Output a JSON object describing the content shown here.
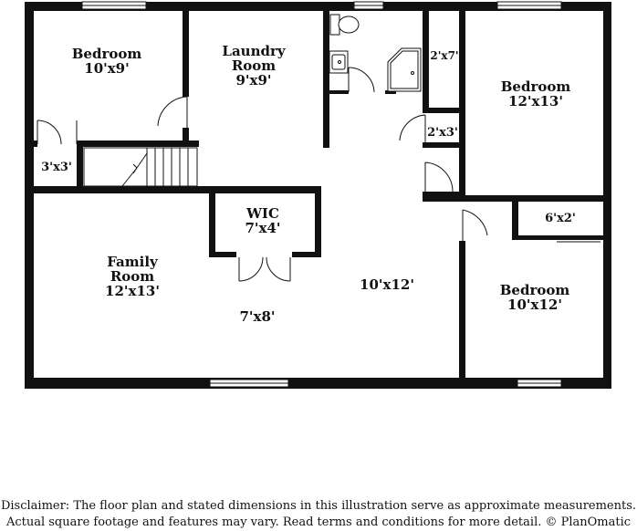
{
  "rooms": {
    "bedroom_nw": {
      "name": "Bedroom",
      "dims": "10'x9'"
    },
    "laundry": {
      "name_line1": "Laundry",
      "name_line2": "Room",
      "dims": "9'x9'"
    },
    "closet_2x7": {
      "dims": "2'x7'"
    },
    "bedroom_ne": {
      "name": "Bedroom",
      "dims": "12'x13'"
    },
    "closet_2x3": {
      "dims": "2'x3'"
    },
    "closet_3x3": {
      "dims": "3'x3'"
    },
    "wic": {
      "name": "WIC",
      "dims": "7'x4'"
    },
    "closet_6x2": {
      "dims": "6'x2'"
    },
    "family_room": {
      "name_line1": "Family",
      "name_line2": "Room",
      "dims": "12'x13'"
    },
    "area_7x8": {
      "dims": "7'x8'"
    },
    "hall_10x12": {
      "dims": "10'x12'"
    },
    "bedroom_se": {
      "name": "Bedroom",
      "dims": "10'x12'"
    }
  },
  "disclaimer": {
    "line1": "Disclaimer: The floor plan and stated dimensions in this illustration serve as approximate measurements.",
    "line2": "Actual square footage and features may vary. Read terms and conditions for more detail. © PlanOmatic"
  }
}
